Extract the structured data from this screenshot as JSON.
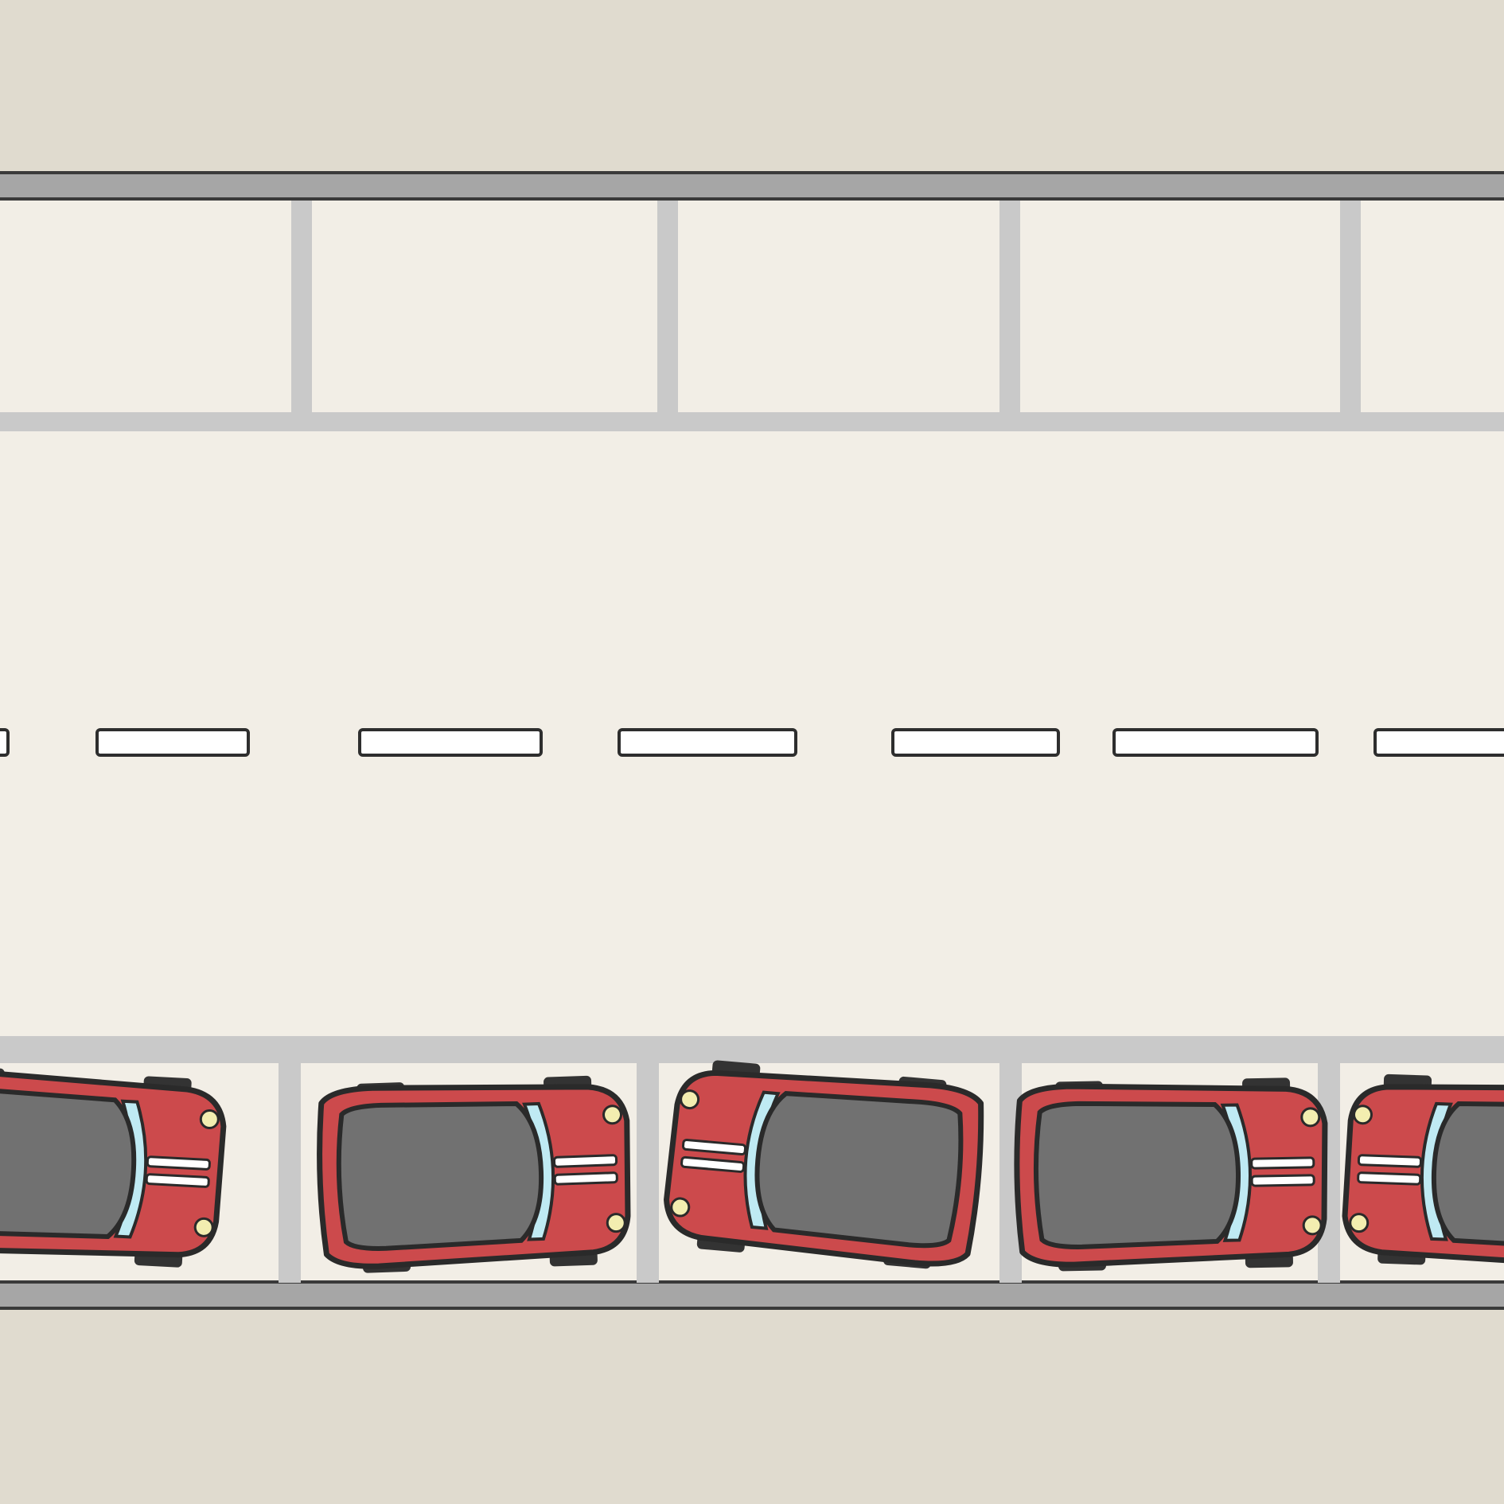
{
  "scene": {
    "name": "parking-lot",
    "colors": {
      "background": "#e0dbcf",
      "pavement": "#f2eee6",
      "curb": "#a6a6a6",
      "curb_edge": "#3a3a3a",
      "stall_line": "#c9c9c9",
      "lane_dash_fill": "#ffffff",
      "lane_dash_outline": "#2e2e2e",
      "car_body": "#cc4a4c",
      "car_body_outline": "#2a2a2a",
      "car_roof": "#717171",
      "car_windshield": "#bfeaf3",
      "car_stripe": "#ffffff",
      "car_headlight": "#f3eeb0",
      "car_tire": "#333333"
    }
  },
  "top_row": {
    "stalls_visible": 5,
    "occupied": 0
  },
  "bottom_row": {
    "stalls_visible": 5,
    "occupied": 5
  },
  "lane": {
    "dashes_visible": 7
  },
  "cars": [
    {
      "id": "car-1",
      "color": "red",
      "facing": "right",
      "row": "bottom",
      "stall": 1
    },
    {
      "id": "car-2",
      "color": "red",
      "facing": "right",
      "row": "bottom",
      "stall": 2
    },
    {
      "id": "car-3",
      "color": "red",
      "facing": "left",
      "row": "bottom",
      "stall": 3
    },
    {
      "id": "car-4",
      "color": "red",
      "facing": "right",
      "row": "bottom",
      "stall": 4
    },
    {
      "id": "car-5",
      "color": "red",
      "facing": "left",
      "row": "bottom",
      "stall": 5
    }
  ]
}
